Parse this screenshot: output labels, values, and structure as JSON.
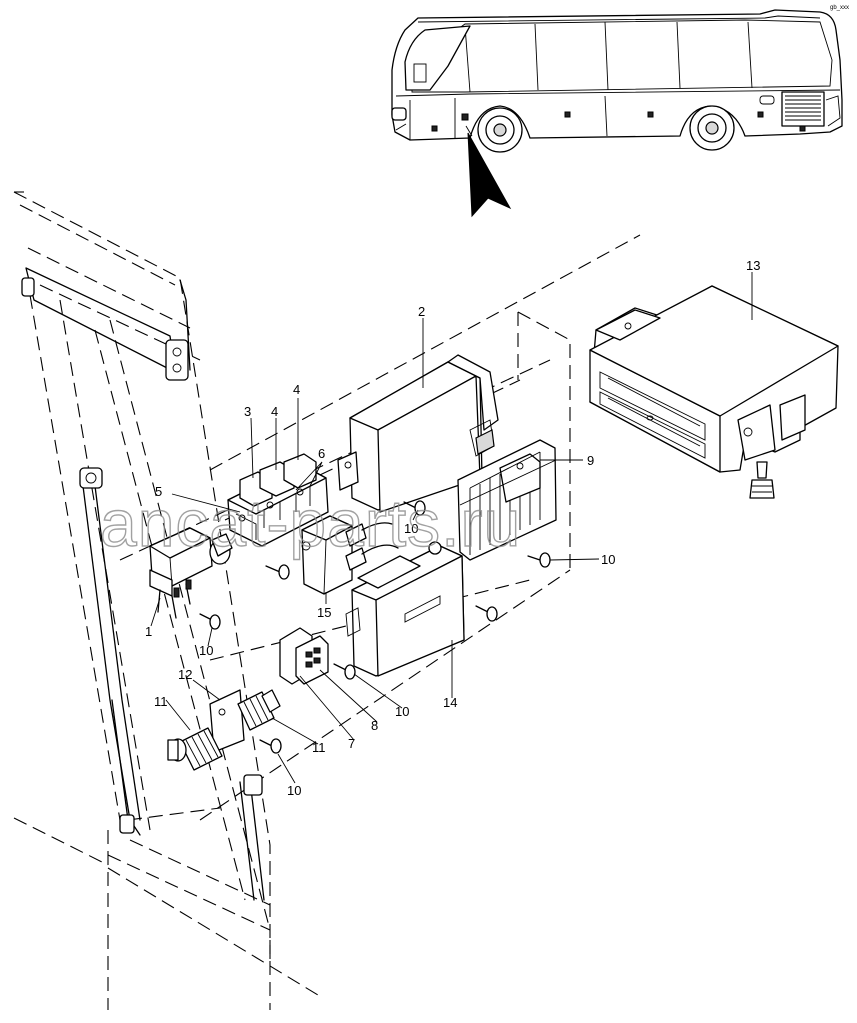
{
  "diagram": {
    "callouts": [
      {
        "id": "c1",
        "text": "1"
      },
      {
        "id": "c2",
        "text": "2"
      },
      {
        "id": "c3",
        "text": "3"
      },
      {
        "id": "c4a",
        "text": "4"
      },
      {
        "id": "c4b",
        "text": "4"
      },
      {
        "id": "c5",
        "text": "5"
      },
      {
        "id": "c6",
        "text": "6"
      },
      {
        "id": "c7",
        "text": "7"
      },
      {
        "id": "c8",
        "text": "8"
      },
      {
        "id": "c9",
        "text": "9"
      },
      {
        "id": "c10a",
        "text": "10"
      },
      {
        "id": "c10b",
        "text": "10"
      },
      {
        "id": "c10c",
        "text": "10"
      },
      {
        "id": "c10d",
        "text": "10"
      },
      {
        "id": "c10e",
        "text": "10"
      },
      {
        "id": "c11a",
        "text": "11"
      },
      {
        "id": "c11b",
        "text": "11"
      },
      {
        "id": "c12",
        "text": "12"
      },
      {
        "id": "c13",
        "text": "13"
      },
      {
        "id": "c14",
        "text": "14"
      },
      {
        "id": "c15",
        "text": "15"
      }
    ],
    "watermark": "ancat-parts.ru",
    "corner_code": "gb_xxx"
  }
}
